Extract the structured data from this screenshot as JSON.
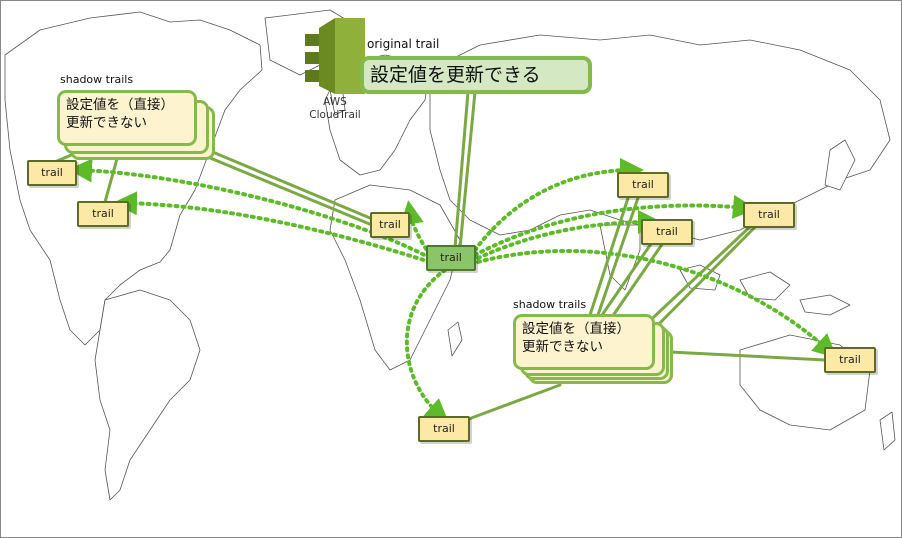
{
  "aws_service": {
    "line1": "AWS",
    "line2": "CloudTrail",
    "icon": "aws-cloudtrail-icon"
  },
  "original": {
    "heading": "original trail",
    "note": "設定値を更新できる",
    "node_label": "trail"
  },
  "shadow_groups": [
    {
      "heading": "shadow trails",
      "note_line1": "設定値を（直接）",
      "note_line2": "更新できない"
    },
    {
      "heading": "shadow trails",
      "note_line1": "設定値を（直接）",
      "note_line2": "更新できない"
    }
  ],
  "trail_nodes": [
    "trail",
    "trail",
    "trail",
    "trail",
    "trail",
    "trail",
    "trail",
    "trail"
  ],
  "colors": {
    "accent_green": "#86b94b",
    "dotted_arrow": "#5dbb2a",
    "connector": "#7aa844",
    "node_fill": "#fde9a6",
    "node_border": "#5c6b26",
    "original_node_fill": "#8cc46a",
    "main_note_fill": "#d3e8c3",
    "note_fill": "#fef3cf"
  }
}
